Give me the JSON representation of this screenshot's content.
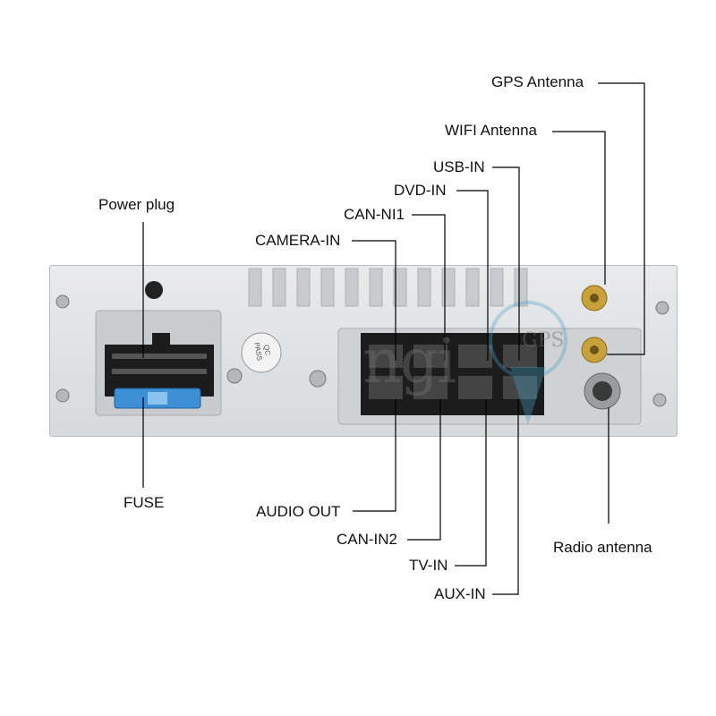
{
  "labels": {
    "gps_antenna": "GPS Antenna",
    "wifi_antenna": "WIFI Antenna",
    "usb_in": "USB-IN",
    "dvd_in": "DVD-IN",
    "can_ni1": "CAN-NI1",
    "camera_in": "CAMERA-IN",
    "power_plug": "Power plug",
    "fuse": "FUSE",
    "audio_out": "AUDIO OUT",
    "can_in2": "CAN-IN2",
    "tv_in": "TV-IN",
    "aux_in": "AUX-IN",
    "radio_antenna": "Radio antenna"
  },
  "sticker": {
    "line1": "QC",
    "line2": "PASS"
  },
  "watermark": {
    "text": "ngi",
    "sub": "GPS"
  },
  "colors": {
    "panel": "#dcdee1",
    "connector": "#1c1c1c",
    "fuse": "#3d8fd6",
    "sma_gold": "#c9a13a",
    "leader": "#000000"
  }
}
